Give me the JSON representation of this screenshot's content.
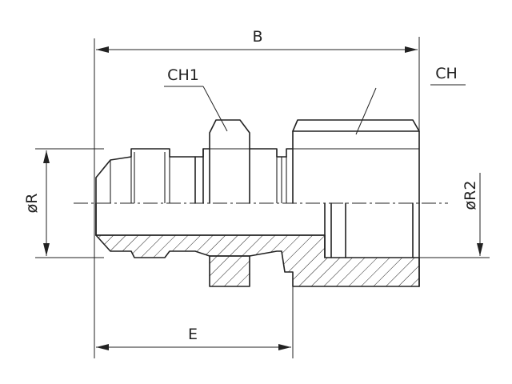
{
  "labels": {
    "overall_length": "B",
    "hex_nut": "CH1",
    "hex_body": "CH",
    "thread_diameter": "øR",
    "port_diameter": "øR2",
    "thread_length": "E"
  }
}
